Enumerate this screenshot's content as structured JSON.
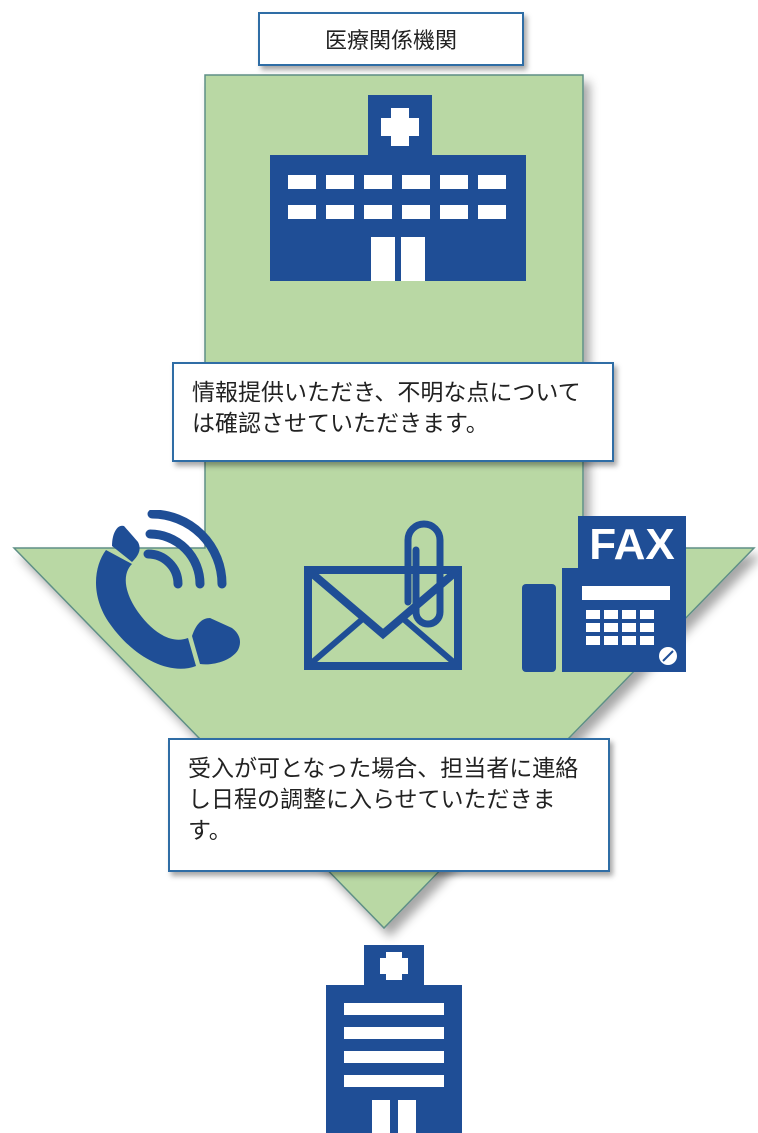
{
  "diagram": {
    "title": "医療関係機関",
    "step1_text": "情報提供いただき、不明な点については確認させていただきます。",
    "step2_text": "受入が可となった場合、担当者に連絡し日程の調整に入らせていただきます。",
    "fax_label": "FAX"
  },
  "icons": {
    "hospital": "hospital-building-icon",
    "phone": "telephone-icon",
    "mail": "envelope-with-clip-icon",
    "fax": "fax-machine-icon",
    "clinic": "clinic-building-icon"
  },
  "colors": {
    "icon_blue": "#1f4e96",
    "arrow_green_light": "#f4f9ef",
    "arrow_green_dark": "#c3deb0",
    "arrow_border": "#5f8f86",
    "box_border": "#2f6da5"
  }
}
